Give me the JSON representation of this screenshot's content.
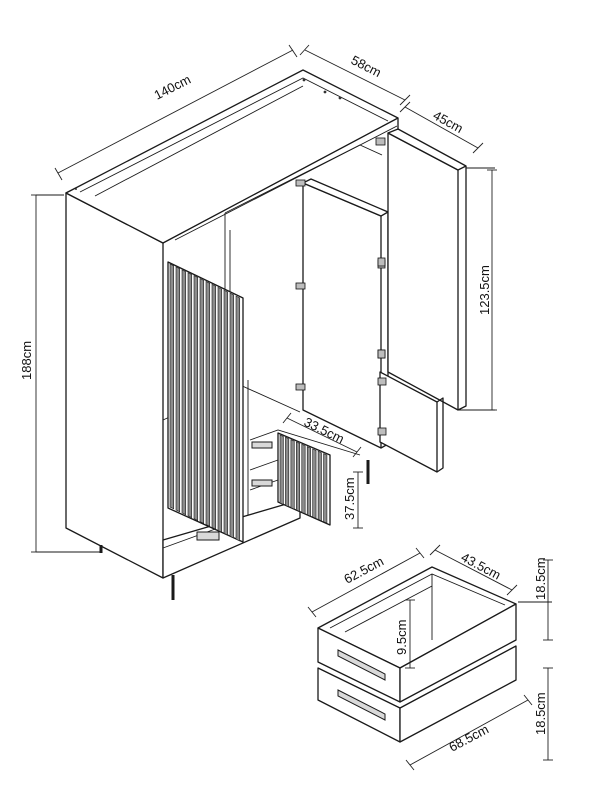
{
  "dimensions": {
    "width": "140cm",
    "depth": "58cm",
    "door_width": "45cm",
    "door_height": "123.5cm",
    "height": "188cm",
    "inner_drawer_depth": "33.5cm",
    "lower_section_height": "37.5cm",
    "drawer_depth": "62.5cm",
    "drawer_width_inner": "43.5cm",
    "drawer_height_top": "18.5cm",
    "drawer_inner_height": "9.5cm",
    "drawer_height_bottom": "18.5cm",
    "drawer_front_width": "68.5cm"
  }
}
